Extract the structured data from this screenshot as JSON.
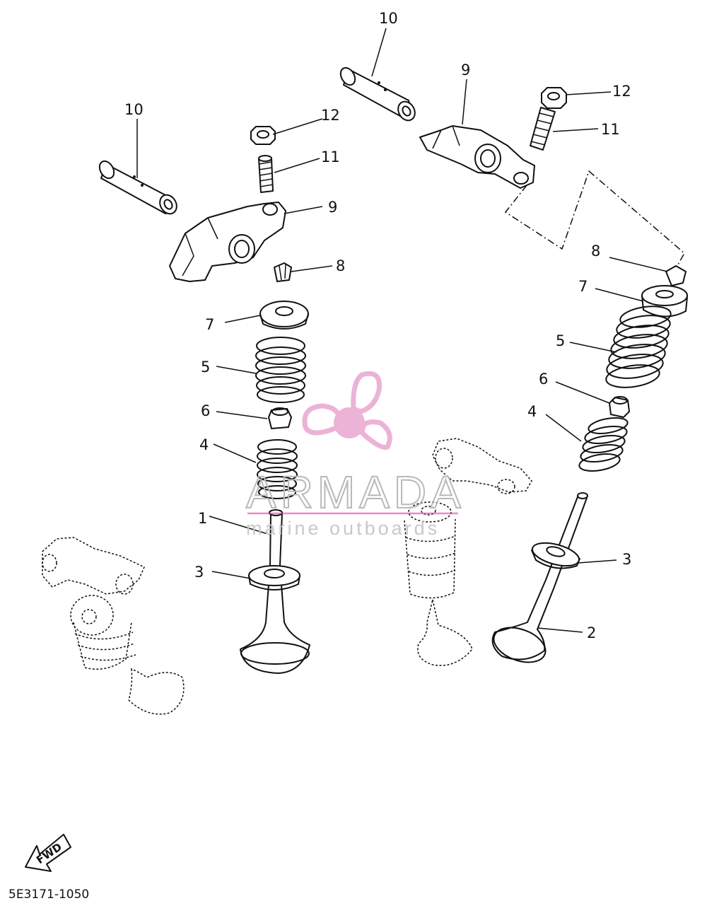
{
  "watermark": {
    "brand": "ARMADA",
    "tagline": "marine outboards",
    "logo_color": "#e8a6cf",
    "ring_color": "#e23b9a"
  },
  "labels": {
    "l10a": "10",
    "l10b": "10",
    "l12a": "12",
    "l12b": "12",
    "l11a": "11",
    "l11b": "11",
    "l9a": "9",
    "l9b": "9",
    "l8a": "8",
    "l8b": "8",
    "l7a": "7",
    "l7b": "7",
    "l5a": "5",
    "l5b": "5",
    "l6a": "6",
    "l6b": "6",
    "l4a": "4",
    "l4b": "4",
    "l1": "1",
    "l3a": "3",
    "l3b": "3",
    "l2": "2"
  },
  "fwd_arrow": {
    "label": "FWD"
  },
  "diagram_code": "5E3171-1050"
}
